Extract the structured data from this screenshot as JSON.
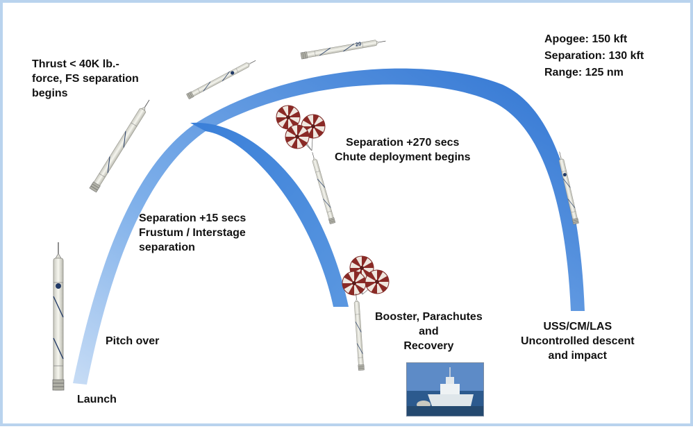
{
  "labels": {
    "thrust": [
      "Thrust < 40K lb.-",
      "force, FS separation",
      "begins"
    ],
    "apogee": [
      "Apogee: 150 kft",
      "Separation: 130 kft",
      "Range: 125 nm"
    ],
    "chute": [
      "Separation +270 secs",
      "Chute deployment begins"
    ],
    "frustum": [
      "Separation +15 secs",
      "Frustum / Interstage",
      "separation"
    ],
    "pitch": "Pitch over",
    "launch": "Launch",
    "booster": [
      "Booster, Parachutes",
      "and",
      "Recovery"
    ],
    "uss": [
      "USS/CM/LAS",
      "Uncontrolled descent",
      "and impact"
    ]
  },
  "rocket_marking": "20",
  "colors": {
    "trajectory": "#3a7fd8",
    "trajectory_light": "#9cc3ef",
    "rocket_body": "#ecece4",
    "rocket_stripe": "#223a66",
    "chute_red": "#8a2a26",
    "chute_white": "#efe7df",
    "border": "#b9d3ee"
  }
}
